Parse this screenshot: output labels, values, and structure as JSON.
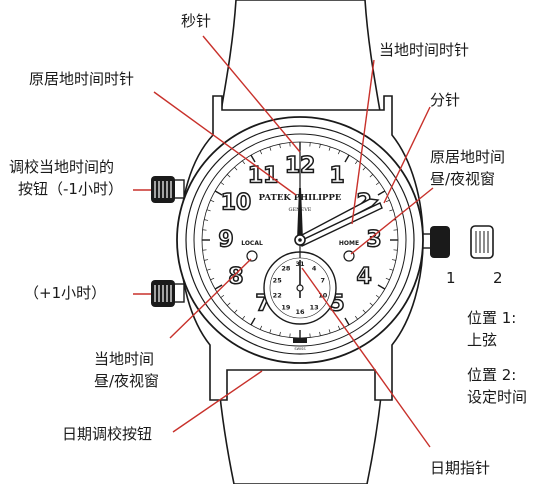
{
  "watch": {
    "brand_top": "PATEK PHILIPPE",
    "brand_bottom": "GENEVE",
    "dial_local": "LOCAL",
    "dial_home": "HOME",
    "dial_numerals": [
      "12",
      "1",
      "2",
      "3",
      "4",
      "5",
      "7",
      "8",
      "9",
      "10",
      "11"
    ],
    "subdial_numbers": [
      "31",
      "4",
      "7",
      "10",
      "13",
      "16",
      "19",
      "22",
      "25",
      "28"
    ]
  },
  "labels": {
    "seconds_hand": "秒针",
    "local_hour_hand": "当地时间时针",
    "home_hour_hand": "原居地时间时针",
    "minute_hand": "分针",
    "home_daynight_line1": "原居地时间",
    "home_daynight_line2": "昼/夜视窗",
    "adjust_button_line1": "调校当地时间的",
    "adjust_button_line2": "按钮（-1小时）",
    "plus_one_hour": "（+1小时）",
    "local_daynight_line1": "当地时间",
    "local_daynight_line2": "昼/夜视窗",
    "date_button": "日期调校按钮",
    "date_hand": "日期指针",
    "crown_pos_1": "1",
    "crown_pos_2": "2",
    "position1_line1": "位置 1:",
    "position1_line2": "上弦",
    "position2_line1": "位置 2:",
    "position2_line2": "设定时间"
  },
  "colors": {
    "leader": "#c8312b",
    "ink": "#1a1a1a"
  }
}
